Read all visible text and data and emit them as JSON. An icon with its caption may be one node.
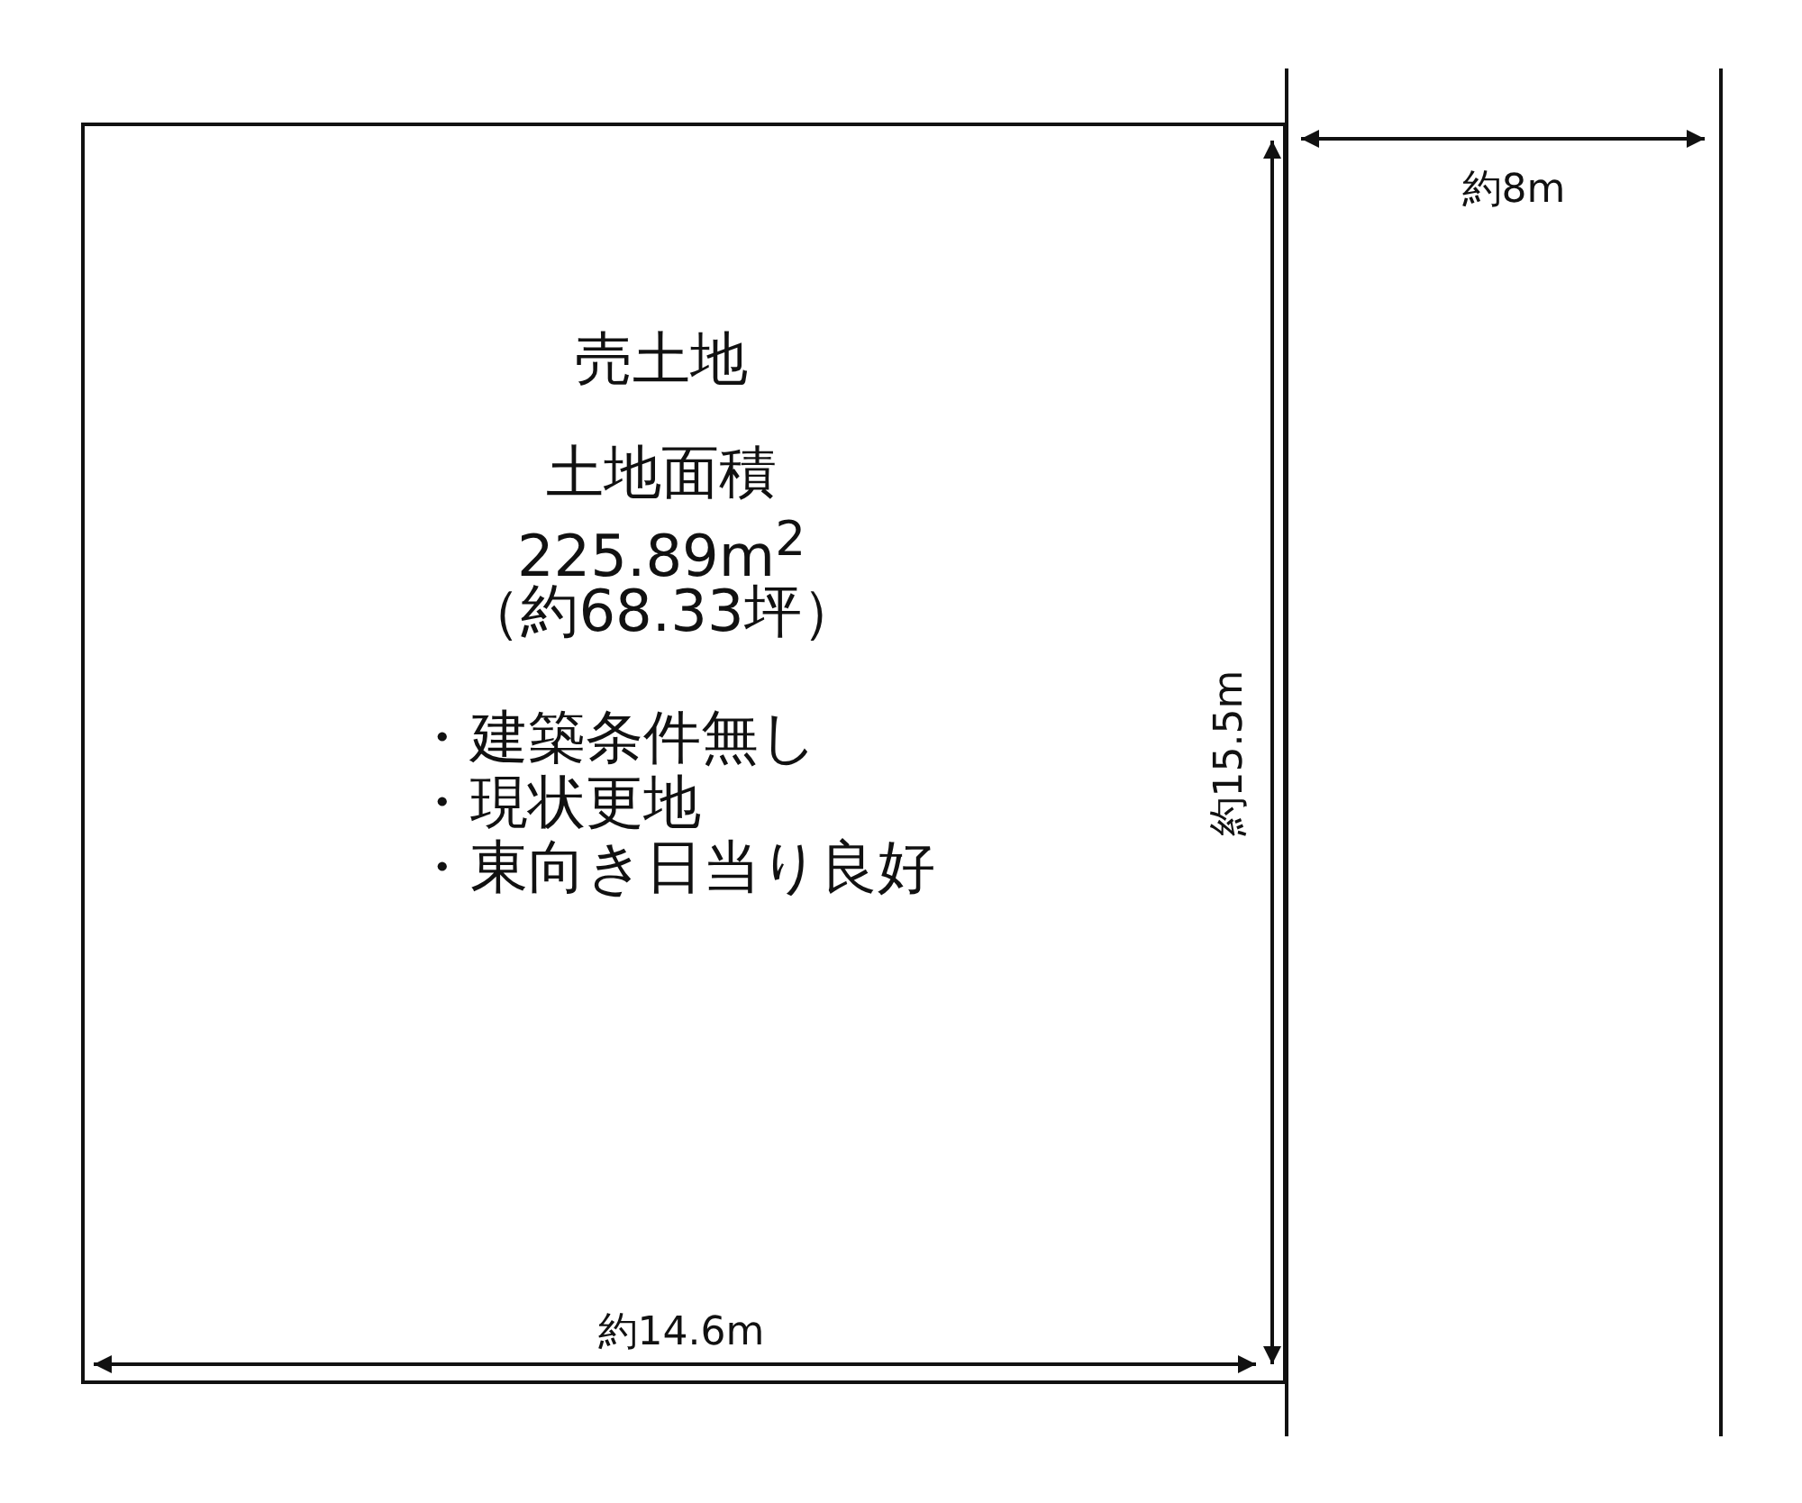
{
  "diagram": {
    "nodes": [
      {
        "text": [
          "売土地",
          "土地面積",
          "225.89m$^{2}$",
          "（約68.33坪）",
          "・建築条件無し",
          "・現状更地",
          "・東向き日当り良好"
        ]
      }
    ],
    "labels": [
      "約8m",
      "約15.5m",
      "約14.6m"
    ]
  }
}
